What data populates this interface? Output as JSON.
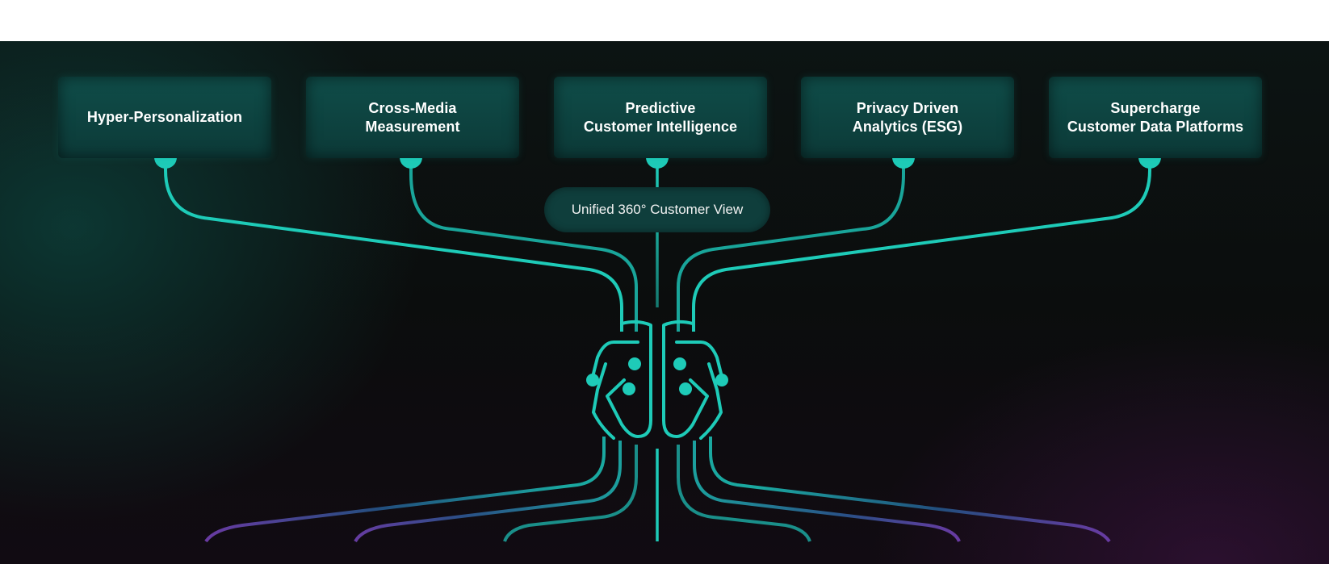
{
  "cards": [
    {
      "lines": [
        "Hyper-Personalization"
      ]
    },
    {
      "lines": [
        "Cross-Media",
        "Measurement"
      ]
    },
    {
      "lines": [
        "Predictive",
        "Customer Intelligence"
      ]
    },
    {
      "lines": [
        "Privacy Driven",
        "Analytics (ESG)"
      ]
    },
    {
      "lines": [
        "Supercharge",
        "Customer Data Platforms"
      ]
    }
  ],
  "hub": {
    "label": "Unified 360° Customer View"
  },
  "colors": {
    "accent": "#1ecbb8",
    "accent_dark": "#0f4d49",
    "purple": "#6b3aa0",
    "blue": "#1f4f7a",
    "background": "#0b0d0d"
  },
  "icons": [
    "brain-circuit-icon"
  ]
}
